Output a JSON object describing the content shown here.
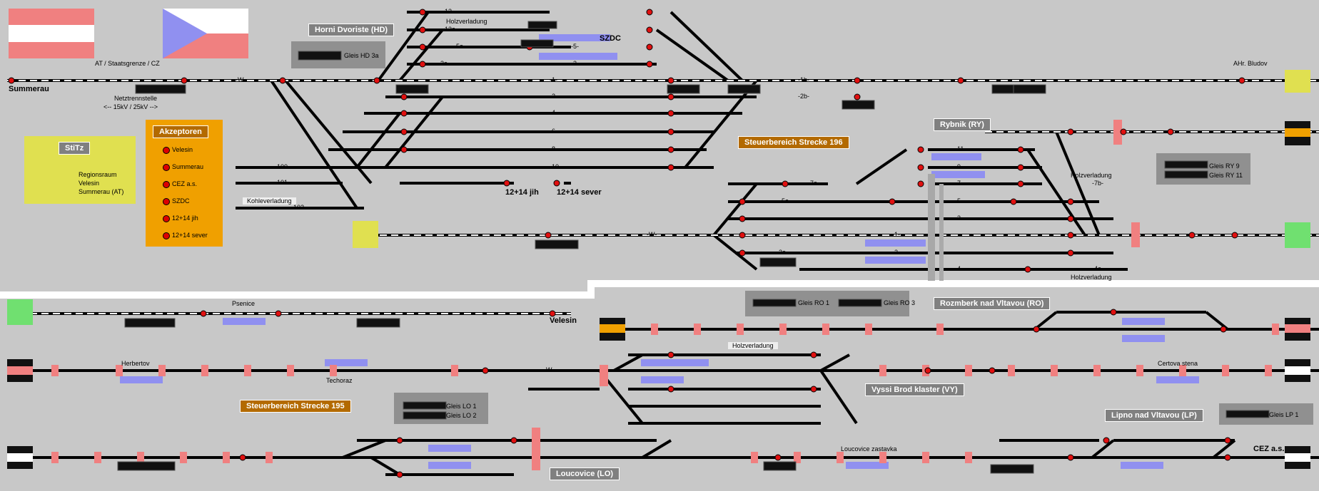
{
  "colors": {
    "bg": "#c8c8c8",
    "track": "#000000",
    "track_occupied": "#ffffff",
    "signal_red": "#e01010",
    "platform": "#9090f0",
    "tint_red": "#f08080",
    "accent_orange": "#f0a000",
    "accent_yellow": "#e0e050",
    "accent_green": "#70e070",
    "panel_gray": "#8a8a8a"
  },
  "flags": {
    "austria": "austria-flag-icon",
    "czech": "czech-flag-icon"
  },
  "labels": {
    "summerau": "Summerau",
    "border": "AT / Staatsgrenze / CZ",
    "netz1": "Netztrennstelle",
    "netz2": "<-- 15kV / 25kV -->",
    "horni": "Horni Dvoriste (HD)",
    "gleis_hd": "Gleis HD 3a",
    "holz_top": "Holzverladung",
    "szdc": "SZDC",
    "ahr": "AHr. Bludov",
    "rybnik": "Rybnik (RY)",
    "steuer196": "Steuerbereich Strecke 196",
    "gleis_ry9": "Gleis RY 9",
    "gleis_ry11": "Gleis RY 11",
    "holz_ry1": "Holzverladung",
    "holz_ry2": "Holzverladung",
    "jih": "12+14 jih",
    "sever": "12+14 sever",
    "kohle": "Kohleverladung",
    "psenice": "Psenice",
    "velesin": "Velesin",
    "gleis_ro1": "Gleis RO 1",
    "gleis_ro3": "Gleis RO 3",
    "rozmberk": "Rozmberk nad Vltavou (RO)",
    "holz_vy": "Holzverladung",
    "herbertov": "Herbertov",
    "techoraz": "Techoraz",
    "certova": "Certova stena",
    "vyssi": "Vyssi Brod klaster (VY)",
    "steuer195": "Steuerbereich Strecke 195",
    "gleis_lo1": "Gleis LO 1",
    "gleis_lo2": "Gleis LO 2",
    "lipno": "Lipno nad Vltavou (LP)",
    "gleis_lp1": "Gleis LP 1",
    "louc_z": "Loucovice zastavka",
    "cez": "CEZ a.s.",
    "loucovice": "Loucovice (LO)"
  },
  "stitz": {
    "title": "StiTz",
    "items": [
      "Regionsraum",
      "Velesin",
      "Summerau (AT)"
    ]
  },
  "akzeptoren": {
    "title": "Akzeptoren",
    "items": [
      "Velesin",
      "Summerau",
      "CEZ a.s.",
      "SZDC",
      "12+14 jih",
      "12+14 sever"
    ]
  },
  "track_numbers": {
    "w1": "-W-",
    "w2": "-W-",
    "w3": "-W-",
    "t13": "-13-",
    "t13a": "-13a-",
    "t5a": "-5a-",
    "t5": "-5-",
    "t3a": "-3a-",
    "t3": "-3-",
    "t1": "-1-",
    "t2": "-2-",
    "t4": "-4-",
    "t6": "-6-",
    "t8": "-8-",
    "t10": "-10-",
    "t100": "-100-",
    "t101": "-101-",
    "t102": "-102-",
    "t1b": "-1b-",
    "t2b": "-2b-",
    "t11": "-11-",
    "t9": "-9-",
    "t7a": "-7a-",
    "t7": "-7-",
    "t7b": "-7b-",
    "t5ry": "-5-",
    "t5aRY": "-5a-",
    "t3ry": "-3-",
    "t1ry": "-1-",
    "t2ry": "-2-",
    "t2a": "-2a-",
    "t4ry": "-4-",
    "t4a": "-4a-"
  }
}
